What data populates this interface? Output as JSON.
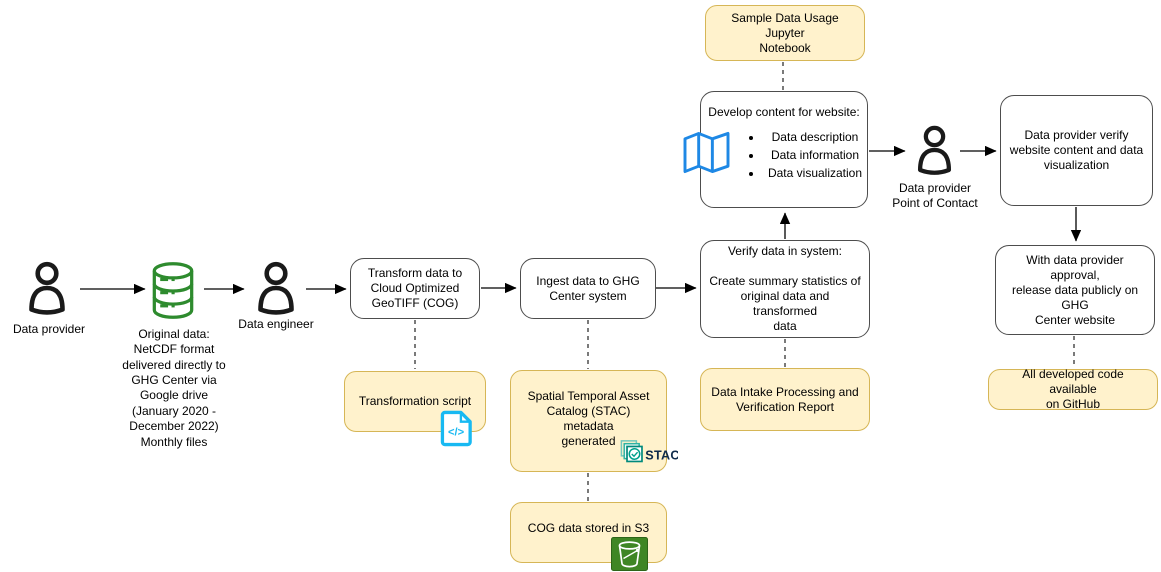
{
  "colors": {
    "note_fill": "#FFF2CC",
    "note_border": "#D6B656",
    "process_border": "#4D4D4D",
    "arrow_black": "#000000",
    "map_icon_blue": "#1E88E5",
    "code_icon_cyan": "#18B9F2",
    "database_green": "#2E8B2E",
    "s3_green": "#3F8624",
    "stac_teal": "#00A08B",
    "stac_text_navy": "#0F2B4B"
  },
  "actors": {
    "data_provider": "Data provider",
    "original_data": "Original data:\nNetCDF format\ndelivered directly to\nGHG Center via\nGoogle drive\n(January 2020 -\nDecember 2022)\nMonthly files",
    "data_engineer": "Data engineer",
    "poc": "Data provider\nPoint of Contact"
  },
  "processes": {
    "transform": "Transform data to\nCloud Optimized\nGeoTIFF (COG)",
    "ingest": "Ingest data to GHG\nCenter system",
    "verify": "Verify data in system:\n\nCreate summary statistics of\noriginal data and transformed\ndata",
    "develop_title": "Develop content for website:",
    "develop_bullets": [
      "Data description",
      "Data information",
      "Data visualization"
    ],
    "verify_website": "Data provider verify\nwebsite content and data\nvisualization",
    "approval": "With data provider approval,\nrelease data publicly on GHG\nCenter website"
  },
  "artifacts": {
    "sample_notebook": "Sample Data Usage Jupyter\nNotebook",
    "transformation_script": "Transformation script",
    "stac_metadata": "Spatial Temporal Asset\nCatalog (STAC) metadata\ngenerated",
    "cog_s3": "COG data stored in S3",
    "intake_report": "Data Intake Processing and\nVerification Report",
    "github": "All developed code available\non GitHub"
  },
  "icons": {
    "stac_label": "STAC",
    "code_glyph": "</>"
  }
}
